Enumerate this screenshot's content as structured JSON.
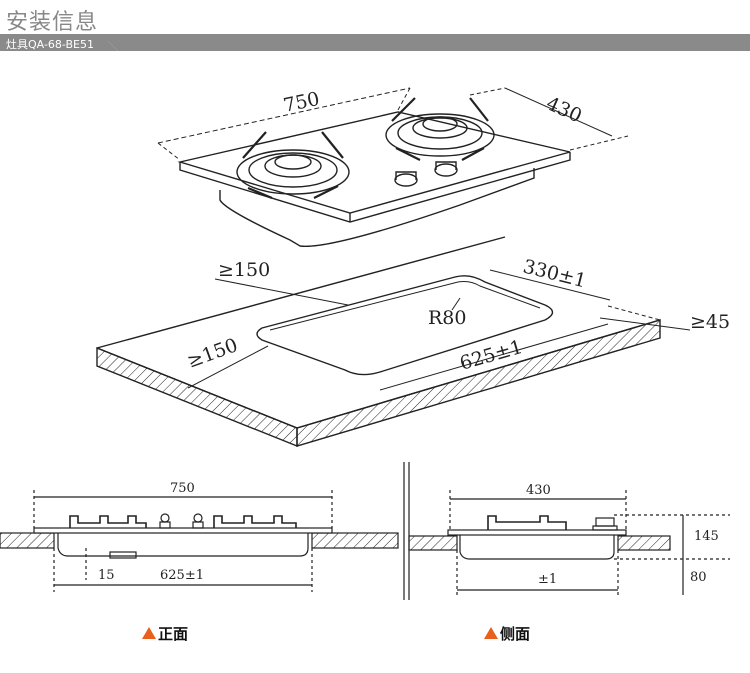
{
  "header": {
    "title": "安装信息",
    "subtitle": "灶具QA-68-BE51",
    "band_color": "#8a8a8a"
  },
  "top_view": {
    "width_label": "750",
    "depth_label": "430",
    "cutout_depth_label": "330±1",
    "radius_label": "R80",
    "cutout_width_label": "625±1",
    "left_margin_label": "≥150",
    "front_margin_label": "≥150",
    "right_margin_label": "≥45"
  },
  "front_view": {
    "width_label": "750",
    "cutout_label": "625±1",
    "offset_label": "15",
    "caption": "正面"
  },
  "side_view": {
    "depth_label": "430",
    "cutout_label": "±1",
    "height_label": "145",
    "below_label": "80",
    "caption": "侧面"
  },
  "colors": {
    "accent": "#e8601c",
    "line": "#222222"
  }
}
